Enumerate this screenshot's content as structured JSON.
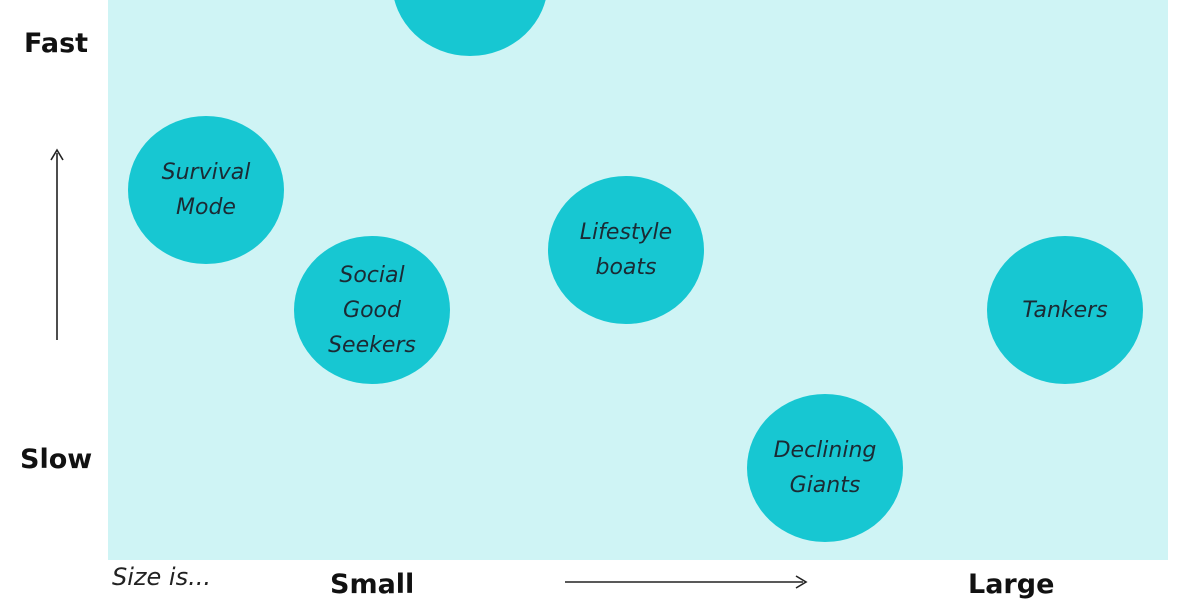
{
  "y_axis": {
    "top_label": "Fast",
    "bottom_label": "Slow"
  },
  "x_axis": {
    "note": "Size is...",
    "left_label": "Small",
    "right_label": "Large"
  },
  "bubbles": [
    {
      "label": ""
    },
    {
      "label": "Survival\nMode"
    },
    {
      "label": "Social\nGood\nSeekers"
    },
    {
      "label": "Lifestyle\nboats"
    },
    {
      "label": "Tankers"
    },
    {
      "label": "Declining\nGiants"
    }
  ],
  "colors": {
    "background_panel": "#cff4f5",
    "bubble_fill": "#17c7d2",
    "text": "#1b2a34"
  }
}
